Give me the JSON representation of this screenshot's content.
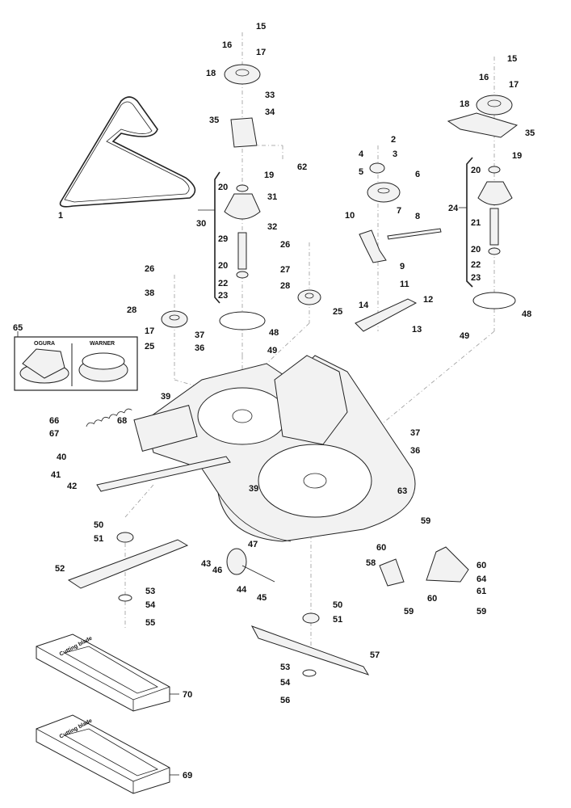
{
  "diagram": {
    "title": "Mower deck exploded parts diagram",
    "inset": {
      "number": "65",
      "left_label": "OGURA",
      "right_label": "WARNER"
    },
    "boxes": [
      {
        "number": "70",
        "label": "Cutting blade"
      },
      {
        "number": "69",
        "label": "Cutting blade"
      }
    ],
    "callouts": [
      {
        "id": "c1",
        "n": "1"
      },
      {
        "id": "c2",
        "n": "2"
      },
      {
        "id": "c3",
        "n": "3"
      },
      {
        "id": "c4",
        "n": "4"
      },
      {
        "id": "c5",
        "n": "5"
      },
      {
        "id": "c6",
        "n": "6"
      },
      {
        "id": "c7",
        "n": "7"
      },
      {
        "id": "c8",
        "n": "8"
      },
      {
        "id": "c9",
        "n": "9"
      },
      {
        "id": "c10",
        "n": "10"
      },
      {
        "id": "c11",
        "n": "11"
      },
      {
        "id": "c12",
        "n": "12"
      },
      {
        "id": "c13",
        "n": "13"
      },
      {
        "id": "c14",
        "n": "14"
      },
      {
        "id": "c15a",
        "n": "15"
      },
      {
        "id": "c16a",
        "n": "16"
      },
      {
        "id": "c17a",
        "n": "17"
      },
      {
        "id": "c18a",
        "n": "18"
      },
      {
        "id": "c33",
        "n": "33"
      },
      {
        "id": "c34",
        "n": "34"
      },
      {
        "id": "c35a",
        "n": "35"
      },
      {
        "id": "c62",
        "n": "62"
      },
      {
        "id": "c19a",
        "n": "19"
      },
      {
        "id": "c20a",
        "n": "20"
      },
      {
        "id": "c31",
        "n": "31"
      },
      {
        "id": "c30",
        "n": "30"
      },
      {
        "id": "c32",
        "n": "32"
      },
      {
        "id": "c29",
        "n": "29"
      },
      {
        "id": "c20b",
        "n": "20"
      },
      {
        "id": "c22a",
        "n": "22"
      },
      {
        "id": "c23a",
        "n": "23"
      },
      {
        "id": "c48a",
        "n": "48"
      },
      {
        "id": "c37a",
        "n": "37"
      },
      {
        "id": "c36a",
        "n": "36"
      },
      {
        "id": "c49a",
        "n": "49"
      },
      {
        "id": "c26a",
        "n": "26"
      },
      {
        "id": "c38",
        "n": "38"
      },
      {
        "id": "c28a",
        "n": "28"
      },
      {
        "id": "c17b",
        "n": "17"
      },
      {
        "id": "c25a",
        "n": "25"
      },
      {
        "id": "c26b",
        "n": "26"
      },
      {
        "id": "c27",
        "n": "27"
      },
      {
        "id": "c28b",
        "n": "28"
      },
      {
        "id": "c25b",
        "n": "25"
      },
      {
        "id": "c15b",
        "n": "15"
      },
      {
        "id": "c16b",
        "n": "16"
      },
      {
        "id": "c17c",
        "n": "17"
      },
      {
        "id": "c18b",
        "n": "18"
      },
      {
        "id": "c35b",
        "n": "35"
      },
      {
        "id": "c19b",
        "n": "19"
      },
      {
        "id": "c20c",
        "n": "20"
      },
      {
        "id": "c24",
        "n": "24"
      },
      {
        "id": "c21",
        "n": "21"
      },
      {
        "id": "c20d",
        "n": "20"
      },
      {
        "id": "c22b",
        "n": "22"
      },
      {
        "id": "c23b",
        "n": "23"
      },
      {
        "id": "c48b",
        "n": "48"
      },
      {
        "id": "c49b",
        "n": "49"
      },
      {
        "id": "c39a",
        "n": "39"
      },
      {
        "id": "c66",
        "n": "66"
      },
      {
        "id": "c68",
        "n": "68"
      },
      {
        "id": "c67",
        "n": "67"
      },
      {
        "id": "c40",
        "n": "40"
      },
      {
        "id": "c41",
        "n": "41"
      },
      {
        "id": "c42",
        "n": "42"
      },
      {
        "id": "c39b",
        "n": "39"
      },
      {
        "id": "c37b",
        "n": "37"
      },
      {
        "id": "c36b",
        "n": "36"
      },
      {
        "id": "c63",
        "n": "63"
      },
      {
        "id": "c50a",
        "n": "50"
      },
      {
        "id": "c51a",
        "n": "51"
      },
      {
        "id": "c52",
        "n": "52"
      },
      {
        "id": "c53a",
        "n": "53"
      },
      {
        "id": "c54a",
        "n": "54"
      },
      {
        "id": "c55",
        "n": "55"
      },
      {
        "id": "c43",
        "n": "43"
      },
      {
        "id": "c46",
        "n": "46"
      },
      {
        "id": "c47",
        "n": "47"
      },
      {
        "id": "c44",
        "n": "44"
      },
      {
        "id": "c45",
        "n": "45"
      },
      {
        "id": "c50b",
        "n": "50"
      },
      {
        "id": "c51b",
        "n": "51"
      },
      {
        "id": "c57",
        "n": "57"
      },
      {
        "id": "c53b",
        "n": "53"
      },
      {
        "id": "c54b",
        "n": "54"
      },
      {
        "id": "c56",
        "n": "56"
      },
      {
        "id": "c59a",
        "n": "59"
      },
      {
        "id": "c60a",
        "n": "60"
      },
      {
        "id": "c58",
        "n": "58"
      },
      {
        "id": "c59b",
        "n": "59"
      },
      {
        "id": "c60b",
        "n": "60"
      },
      {
        "id": "c64",
        "n": "64"
      },
      {
        "id": "c60c",
        "n": "60"
      },
      {
        "id": "c61",
        "n": "61"
      },
      {
        "id": "c59c",
        "n": "59"
      }
    ]
  }
}
